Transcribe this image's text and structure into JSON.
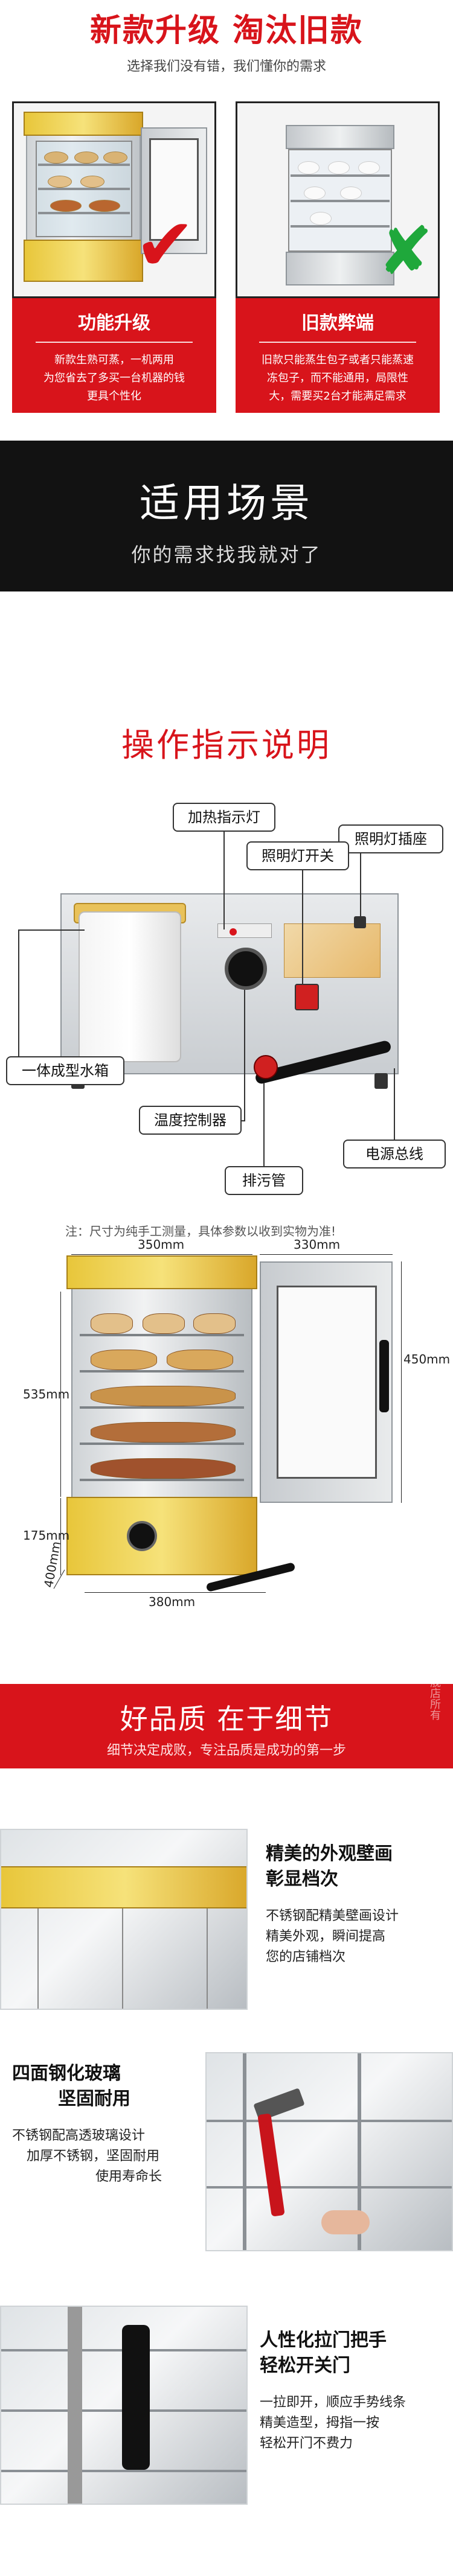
{
  "s1": {
    "title": "新款升级 淘汰旧款",
    "subtitle": "选择我们没有错，我们懂你的需求",
    "new": {
      "heading": "功能升级",
      "lines": [
        "新款生熟可蒸，一机两用",
        "为您省去了多买一台机器的钱",
        "更具个性化"
      ]
    },
    "old": {
      "heading": "旧款弊端",
      "lines": [
        "旧款只能蒸生包子或者只能蒸速",
        "冻包子，而不能通用，局限性",
        "大，需要买2台才能满足需求"
      ]
    },
    "new_mark": "✔",
    "old_mark": "✘",
    "colors": {
      "red": "#d8141b",
      "green": "#1fa83b"
    }
  },
  "s2": {
    "title": "适用场景",
    "subtitle": "你的需求找我就对了"
  },
  "s3": {
    "title": "操作指示说明",
    "labels": {
      "heating_light": "加热指示灯",
      "lighting_socket": "照明灯插座",
      "lighting_switch": "照明灯开关",
      "water_tank": "一体成型水箱",
      "temp_controller": "温度控制器",
      "power_cord": "电源总线",
      "drain_pipe": "排污管"
    }
  },
  "s4": {
    "note": "注：尺寸为纯手工测量，具体参数以收到实物为准!",
    "dims": {
      "width": "350mm",
      "door_width": "330mm",
      "door_height": "450mm",
      "upper_height": "535mm",
      "base_height": "175mm",
      "depth": "400mm",
      "base_width": "380mm"
    }
  },
  "s5": {
    "title": "好品质 在于细节",
    "subtitle": "细节决定成败，专注品质是成功的第一步",
    "watermark": "图片归冰威旗舰店所有",
    "details": [
      {
        "heading_1": "精美的外观壁画",
        "heading_2": "彰显档次",
        "text_1": "不锈钢配精美壁画设计",
        "text_2": "精美外观，瞬间提高",
        "text_3": "您的店铺档次"
      },
      {
        "heading_1": "四面钢化玻璃",
        "heading_2": "坚固耐用",
        "text_1": "不锈钢配高透玻璃设计",
        "text_2": "加厚不锈钢，坚固耐用",
        "text_3": "使用寿命长"
      },
      {
        "heading_1": "人性化拉门把手",
        "heading_2": "轻松开关门",
        "text_1": "一拉即开，顺应手势线条",
        "text_2": "精美造型，拇指一按",
        "text_3": "轻松开门不费力"
      }
    ]
  }
}
